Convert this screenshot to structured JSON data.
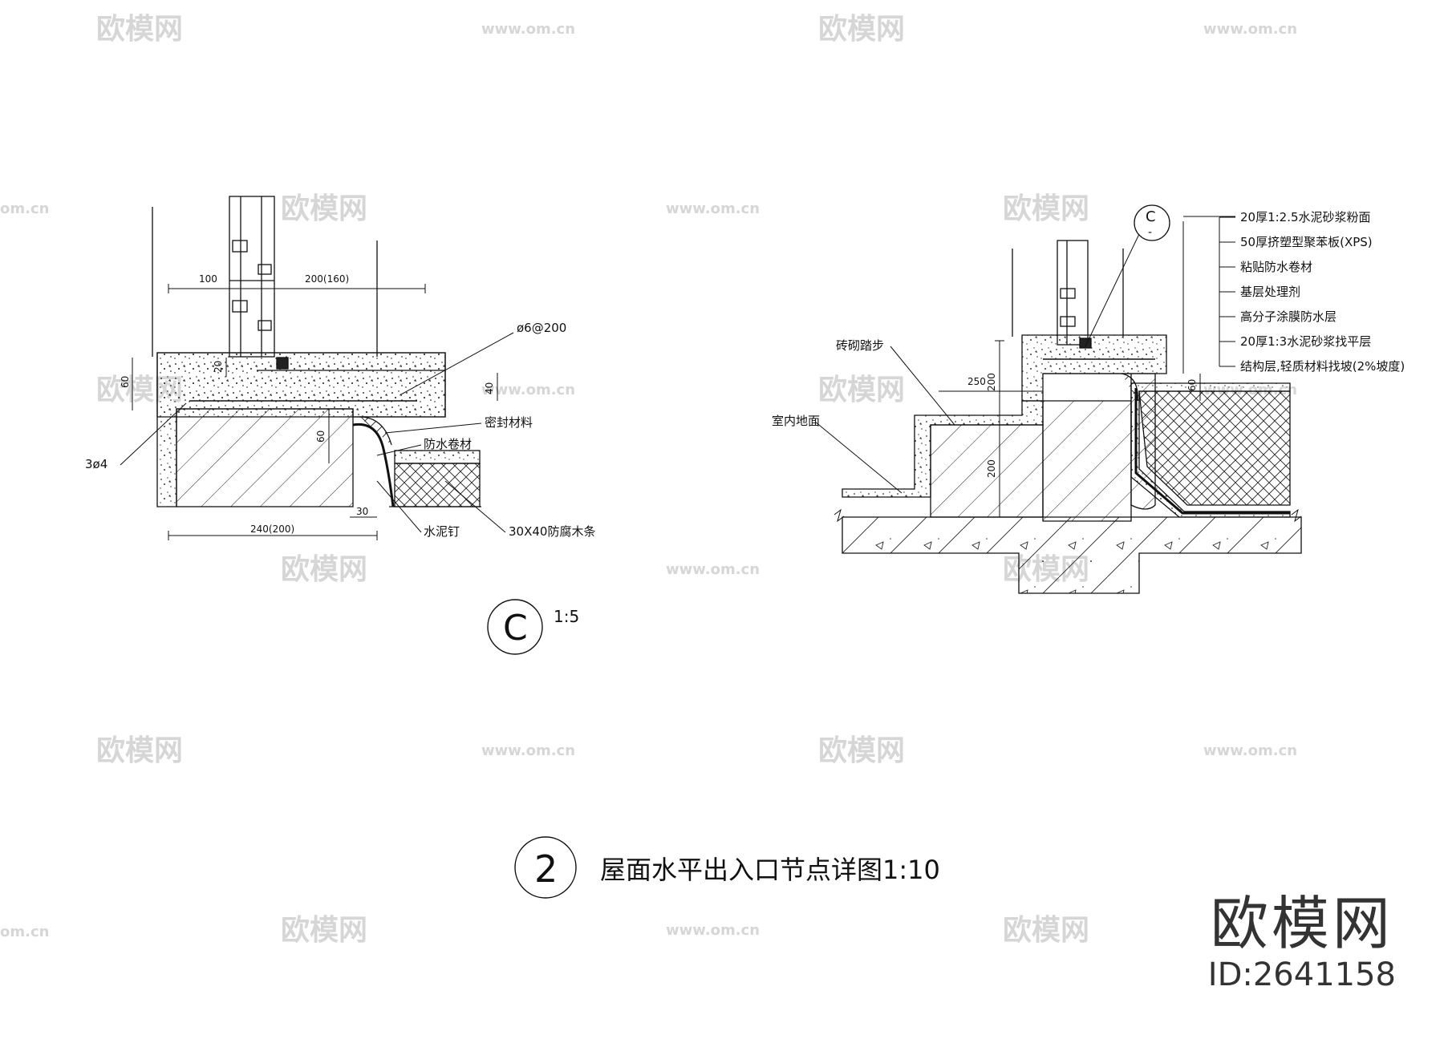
{
  "watermark": {
    "logo_text": "欧模网",
    "url_text": "www.om.cn",
    "url_fragment": "om.cn"
  },
  "detail_c": {
    "labels": {
      "rebar": "ø6@200",
      "sealant": "密封材料",
      "membrane": "防水卷材",
      "nail": "水泥钉",
      "wood_strip": "30X40防腐木条",
      "bottom_rebar": "3ø4"
    },
    "dims": {
      "d100": "100",
      "d200_160": "200(160)",
      "d60_a": "60",
      "d20": "20",
      "d40": "40",
      "d60_b": "60",
      "d30": "30",
      "d240_200": "240(200)"
    },
    "marker": {
      "letter": "C",
      "scale": "1:5"
    }
  },
  "detail_main": {
    "callout_letter": "C",
    "callout_sheet": "-",
    "labels": {
      "brick_step": "砖砌踏步",
      "indoor_floor": "室内地面"
    },
    "layers": [
      "20厚1:2.5水泥砂浆粉面",
      "50厚挤塑型聚苯板(XPS)",
      "粘贴防水卷材",
      "基层处理剂",
      "高分子涂膜防水层",
      "20厚1:3水泥砂浆找平层",
      "结构层,轻质材料找坡(2%坡度)"
    ],
    "dims": {
      "d250": "250",
      "d200_a": "200",
      "d200_b": "200",
      "d60": "60"
    }
  },
  "title": {
    "number": "2",
    "text": "屋面水平出入口节点详图",
    "scale": "1:10"
  },
  "brand": {
    "name": "欧模网",
    "id": "ID:2641158"
  }
}
